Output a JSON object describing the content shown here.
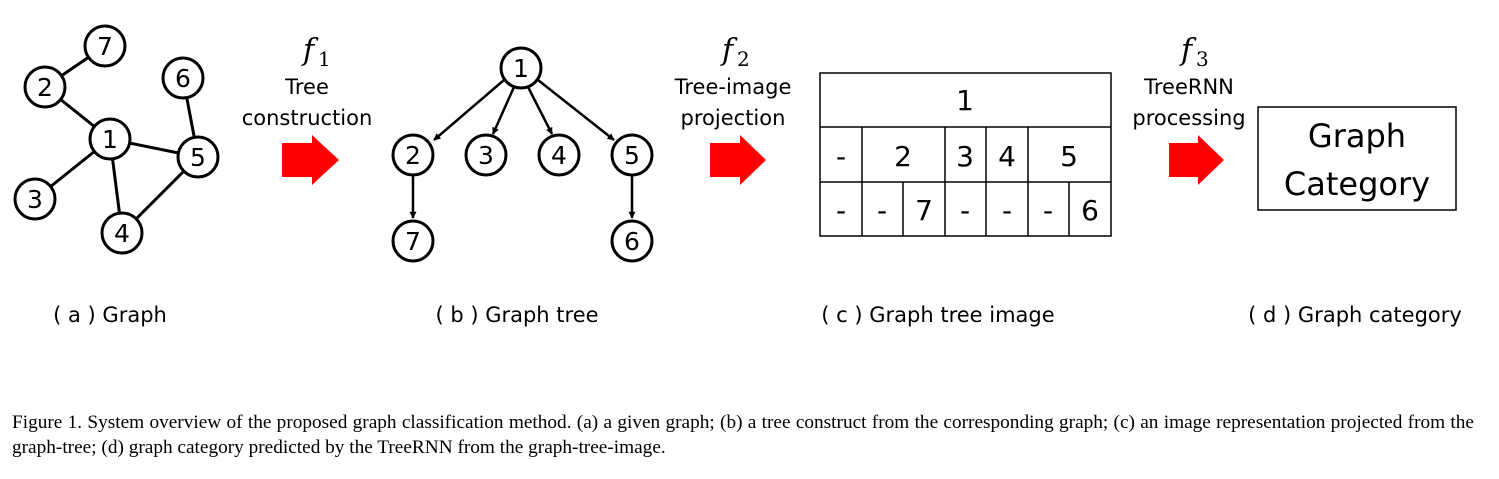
{
  "graph": {
    "nodes": [
      "1",
      "2",
      "3",
      "4",
      "5",
      "6",
      "7"
    ],
    "edges": [
      [
        "2",
        "7"
      ],
      [
        "2",
        "1"
      ],
      [
        "1",
        "3"
      ],
      [
        "1",
        "4"
      ],
      [
        "1",
        "5"
      ],
      [
        "4",
        "5"
      ],
      [
        "5",
        "6"
      ]
    ]
  },
  "tree": {
    "root": "1",
    "level1": [
      "2",
      "3",
      "4",
      "5"
    ],
    "level2": [
      "7",
      "6"
    ]
  },
  "steps": [
    {
      "fn": "f",
      "sub": "1",
      "label_lines": [
        "Tree",
        "construction"
      ]
    },
    {
      "fn": "f",
      "sub": "2",
      "label_lines": [
        "Tree-image",
        "projection"
      ]
    },
    {
      "fn": "f",
      "sub": "3",
      "label_lines": [
        "TreeRNN",
        "processing"
      ]
    }
  ],
  "image_table": {
    "row1": [
      "1"
    ],
    "row2": [
      "-",
      "2",
      "3",
      "4",
      "5"
    ],
    "row3": [
      "-",
      "-",
      "7",
      "-",
      "-",
      "-",
      "6"
    ]
  },
  "category_box": {
    "lines": [
      "Graph",
      "Category"
    ]
  },
  "panel_labels": [
    "( a ) Graph",
    "( b ) Graph tree",
    "( c ) Graph tree image",
    "( d ) Graph category"
  ],
  "arrow_color": "#ff0000",
  "caption": "Figure 1.  System overview of the proposed graph classification method. (a) a given graph; (b) a tree construct from the corresponding graph; (c) an image representation projected from the graph-tree; (d) graph category predicted by the TreeRNN from the graph-tree-image."
}
